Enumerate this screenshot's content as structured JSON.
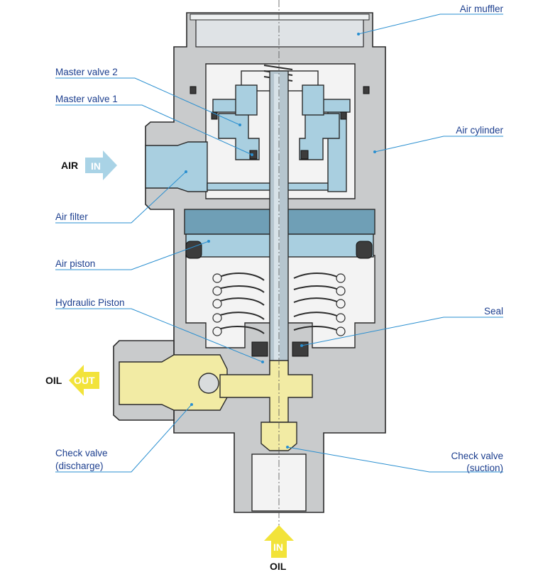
{
  "labels": {
    "air_muffler": "Air muffler",
    "master_valve_2": "Master valve 2",
    "master_valve_1": "Master valve 1",
    "air_cylinder": "Air cylinder",
    "air_filter": "Air filter",
    "air_piston": "Air piston",
    "hydraulic_piston": "Hydraulic Piston",
    "seal": "Seal",
    "check_valve_discharge_line1": "Check valve",
    "check_valve_discharge_line2": "(discharge)",
    "check_valve_suction_line1": "Check valve",
    "check_valve_suction_line2": "(suction)"
  },
  "ports": {
    "air_label": "AIR",
    "air_arrow": "IN",
    "oil_out_label": "OIL",
    "oil_out_arrow": "OUT",
    "oil_in_arrow": "IN",
    "oil_in_label": "OIL"
  },
  "colors": {
    "label_text": "#1d3f8f",
    "leader_line": "#2a8fd0",
    "air_arrow": "#a9d3e6",
    "oil_arrow": "#f2e33a",
    "body": "#c9cbcc",
    "air_passage": "#a9cfe0",
    "oil_passage": "#f2eba4"
  }
}
